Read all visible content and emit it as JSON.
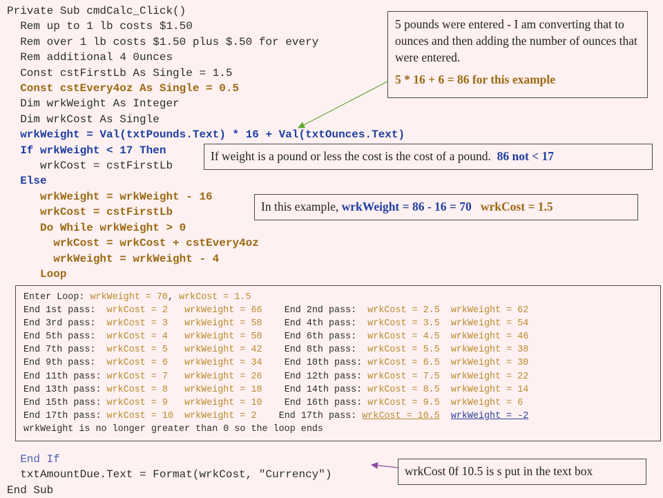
{
  "code_top": [
    {
      "text": "Private Sub cmdCalc_Click()",
      "style": "plain"
    },
    {
      "text": "  Rem up to 1 lb costs $1.50",
      "style": "plain"
    },
    {
      "text": "  Rem over 1 lb costs $1.50 plus $.50 for every",
      "style": "plain"
    },
    {
      "text": "  Rem additional 4 0unces",
      "style": "plain"
    },
    {
      "text": "  Const cstFirstLb As Single = 1.5",
      "style": "plain"
    },
    {
      "text": "  Const cstEvery4oz As Single = 0.5",
      "style": "orange"
    },
    {
      "text": "  Dim wrkWeight As Integer",
      "style": "plain"
    },
    {
      "text": "  Dim wrkCost As Single",
      "style": "plain"
    },
    {
      "text": "  wrkWeight = Val(txtPounds.Text) * 16 + Val(txtOunces.Text)",
      "style": "blue"
    },
    {
      "text": "  If wrkWeight < 17 Then",
      "style": "blue"
    },
    {
      "text": "     wrkCost = cstFirstLb",
      "style": "plain"
    },
    {
      "text": "  Else",
      "style": "blue"
    },
    {
      "text": "     wrkWeight = wrkWeight - 16",
      "style": "orange"
    },
    {
      "text": "     wrkCost = cstFirstLb",
      "style": "orange"
    },
    {
      "text": "     Do While wrkWeight > 0",
      "style": "orange"
    },
    {
      "text": "       wrkCost = wrkCost + cstEvery4oz",
      "style": "orange"
    },
    {
      "text": "       wrkWeight = wrkWeight - 4",
      "style": "orange"
    },
    {
      "text": "     Loop",
      "style": "orange"
    }
  ],
  "code_bottom": [
    {
      "text": "  End If",
      "style": "endif"
    },
    {
      "text": "  txtAmountDue.Text = Format(wrkCost, \"Currency\")",
      "style": "plain"
    },
    {
      "text": "End Sub",
      "style": "plain"
    }
  ],
  "annotations": {
    "top_note": {
      "text": "5 pounds were entered - I am converting that to ounces and then adding the number of ounces that were entered.",
      "formula": "5 * 16 + 6 = 86 for this example"
    },
    "weight_note": {
      "text": "If weight is a pound or less the cost is the cost of a pound.",
      "highlight": "86 not < 17"
    },
    "example_note": {
      "prefix": "In this example,",
      "weight": "wrkWeight = 86 - 16 = 70",
      "cost": "wrkCost = 1.5"
    },
    "result_note": {
      "text": "wrkCost 0f 10.5 is s put in the text box"
    }
  },
  "trace": {
    "enter": {
      "label": "Enter Loop:",
      "weight": "wrkWeight = 70",
      "cost": "wrkCost = 1.5"
    },
    "rows": [
      {
        "l_label": "End 1st pass:  ",
        "l_cost": "wrkCost = 2  ",
        "l_weight": "wrkWeight = 66",
        "r_label": "End 2nd pass:  ",
        "r_cost": "wrkCost = 2.5",
        "r_weight": "wrkWeight = 62"
      },
      {
        "l_label": "End 3rd pass:  ",
        "l_cost": "wrkCost = 3  ",
        "l_weight": "wrkWeight = 58",
        "r_label": "End 4th pass:  ",
        "r_cost": "wrkCost = 3.5",
        "r_weight": "wrkWeight = 54"
      },
      {
        "l_label": "End 5th pass:  ",
        "l_cost": "wrkCost = 4  ",
        "l_weight": "wrkWeight = 50",
        "r_label": "End 6th pass:  ",
        "r_cost": "wrkCost = 4.5",
        "r_weight": "wrkWeight = 46"
      },
      {
        "l_label": "End 7th pass:  ",
        "l_cost": "wrkCost = 5  ",
        "l_weight": "wrkWeight = 42",
        "r_label": "End 8th pass:  ",
        "r_cost": "wrkCost = 5.5",
        "r_weight": "wrkWeight = 38"
      },
      {
        "l_label": "End 9th pass:  ",
        "l_cost": "wrkCost = 6  ",
        "l_weight": "wrkWeight = 34",
        "r_label": "End 10th pass: ",
        "r_cost": "wrkCost = 6.5",
        "r_weight": "wrkWeight = 30"
      },
      {
        "l_label": "End 11th pass: ",
        "l_cost": "wrkCost = 7  ",
        "l_weight": "wrkWeight = 26",
        "r_label": "End 12th pass: ",
        "r_cost": "wrkCost = 7.5",
        "r_weight": "wrkWeight = 22"
      },
      {
        "l_label": "End 13th pass: ",
        "l_cost": "wrkCost = 8  ",
        "l_weight": "wrkWeight = 18",
        "r_label": "End 14th pass: ",
        "r_cost": "wrkCost = 8.5",
        "r_weight": "wrkWeight = 14"
      },
      {
        "l_label": "End 15th pass: ",
        "l_cost": "wrkCost = 9  ",
        "l_weight": "wrkWeight = 10",
        "r_label": "End 16th pass: ",
        "r_cost": "wrkCost = 9.5",
        "r_weight": "wrkWeight = 6"
      },
      {
        "l_label": "End 17th pass: ",
        "l_cost": "wrkCost = 10 ",
        "l_weight": "wrkWeight = 2",
        "r_label": "End 17th pass: ",
        "r_cost": "wrkCost = 10.5",
        "r_weight": "wrkWeight = -2"
      }
    ],
    "conclusion": "wrkWeight is no longer greater than 0 so the loop ends"
  },
  "colors": {
    "background": "#fff1f2",
    "keyword_blue": "#1e3fa0",
    "keyword_orange": "#9a6a12",
    "trace_value": "#b8892a",
    "trace_blue": "#2b3f9a",
    "arrow_green": "#5aa832",
    "arrow_purple": "#8c4a9e"
  }
}
